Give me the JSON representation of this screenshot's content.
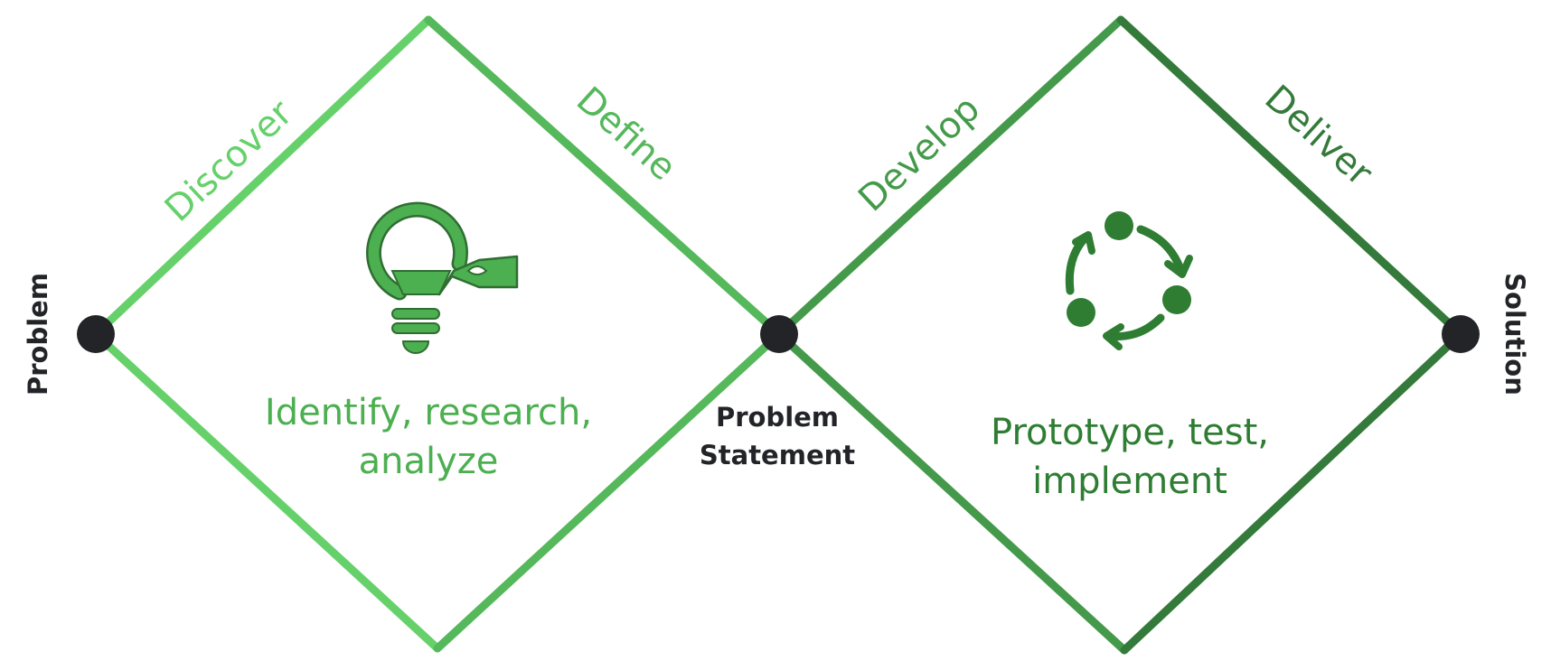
{
  "phases": {
    "discover": "Discover",
    "define": "Define",
    "develop": "Develop",
    "deliver": "Deliver"
  },
  "nodes": {
    "start": "Problem",
    "middle_line1": "Problem",
    "middle_line2": "Statement",
    "end": "Solution"
  },
  "diamonds": {
    "first": {
      "text_line1": "Identify, research,",
      "text_line2": "analyze",
      "icon": "lightbulb-idea-icon"
    },
    "second": {
      "text_line1": "Prototype, test,",
      "text_line2": "implement",
      "icon": "cycle-arrows-icon"
    }
  },
  "colors": {
    "discover": "#66d16a",
    "define": "#55b85b",
    "develop": "#449a4a",
    "deliver": "#347a3a",
    "node": "#222428",
    "first_text": "#4caf50",
    "second_text": "#2e7d32"
  }
}
